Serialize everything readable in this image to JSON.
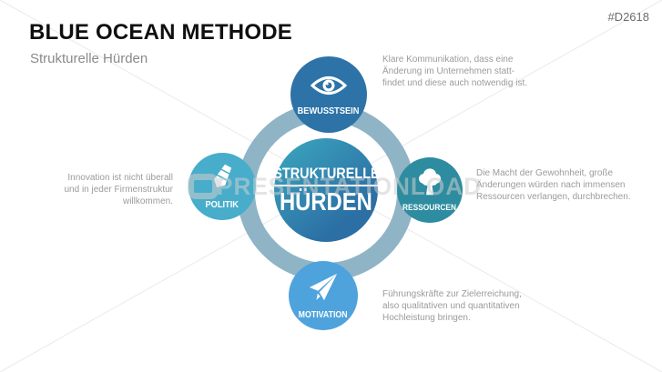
{
  "slide": {
    "title": "BLUE OCEAN METHODE",
    "subtitle": "Strukturelle Hürden",
    "code": "#D2618"
  },
  "watermark": {
    "text": "PRESENTATIONLOAD"
  },
  "diagram": {
    "type": "hub-and-spoke cycle",
    "center": {
      "line1": "STRUKTURELLE",
      "line2": "HÜRDEN",
      "gradient_start": "#3BA8C0",
      "gradient_end": "#2C6FA4"
    },
    "ring_color": "#8FB4C6",
    "nodes": [
      {
        "id": "bewusstsein",
        "label": "BEWUSSTSEIN",
        "icon": "eye-icon",
        "color": "#2D73A8",
        "description": "Klare Kommunikation, dass eine\nÄnderung im Unternehmen statt-\nfindet und diese auch notwendig ist."
      },
      {
        "id": "ressourcen",
        "label": "RESSOURCEN",
        "icon": "tree-icon",
        "color": "#2E8CA0",
        "description": "Die Macht der Gewohnheit, große\nÄnderungen würden nach immensen\nRessourcen verlangen, durchbrechen."
      },
      {
        "id": "motivation",
        "label": "MOTIVATION",
        "icon": "paper-plane-icon",
        "color": "#4FA3DC",
        "description": "Führungskräfte zur Zielerreichung,\nalso qualitativen und quantitativen\nHochleistung bringen."
      },
      {
        "id": "politik",
        "label": "POLITIK",
        "icon": "tie-icon",
        "color": "#47ADCB",
        "description": "Innovation ist nicht überall\nund in jeder Firmenstruktur\nwillkommen."
      }
    ]
  },
  "colors": {
    "title": "#0F0F0F",
    "subtitle": "#8A8A8A",
    "body_text": "#9B9B9B",
    "code_text": "#6E6E6E",
    "watermark_line": "#EDEDED"
  }
}
